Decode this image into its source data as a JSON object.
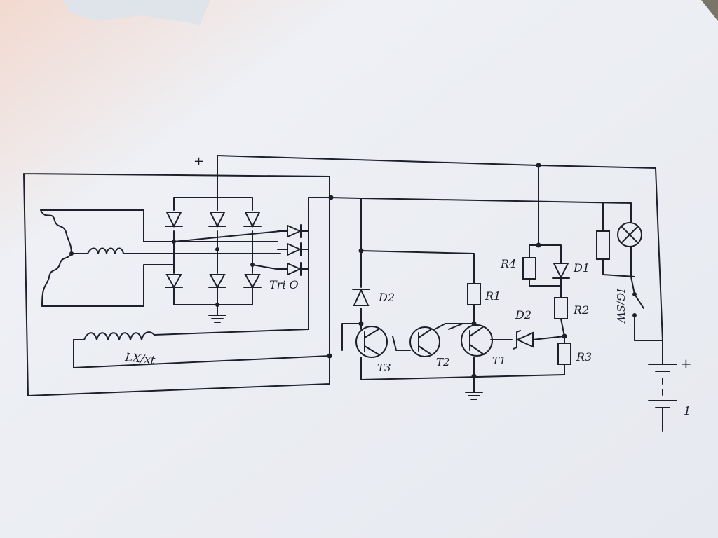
{
  "diagram": {
    "labels": {
      "plus_top": "+",
      "trio": "Tri O",
      "exc": "LX/xt",
      "d2_upper": "D2",
      "d2_lower": "D2",
      "d1": "D1",
      "r1": "R1",
      "r2": "R2",
      "r3": "R3",
      "r4": "R4",
      "t1": "T1",
      "t2": "T2",
      "t3": "T3",
      "ig_sw": "IG/SW",
      "batt_plus": "+",
      "batt_one": "1"
    }
  },
  "colors": {
    "ink": "#1d1f2a",
    "paper": "#eef0f4",
    "background": "#6f6a63"
  }
}
